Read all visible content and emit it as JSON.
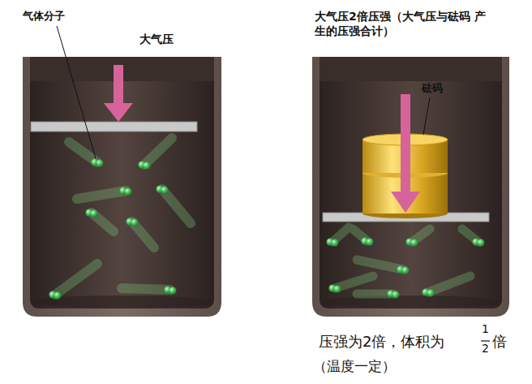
{
  "diagram": {
    "labels": [
      "气体分子",
      "大气压",
      "大气压2倍压强（大气压与砝码 产生的压强合计）",
      "砝码",
      "压强为2倍，体积为",
      "1",
      "2",
      "倍",
      "（温度一定）"
    ]
  }
}
